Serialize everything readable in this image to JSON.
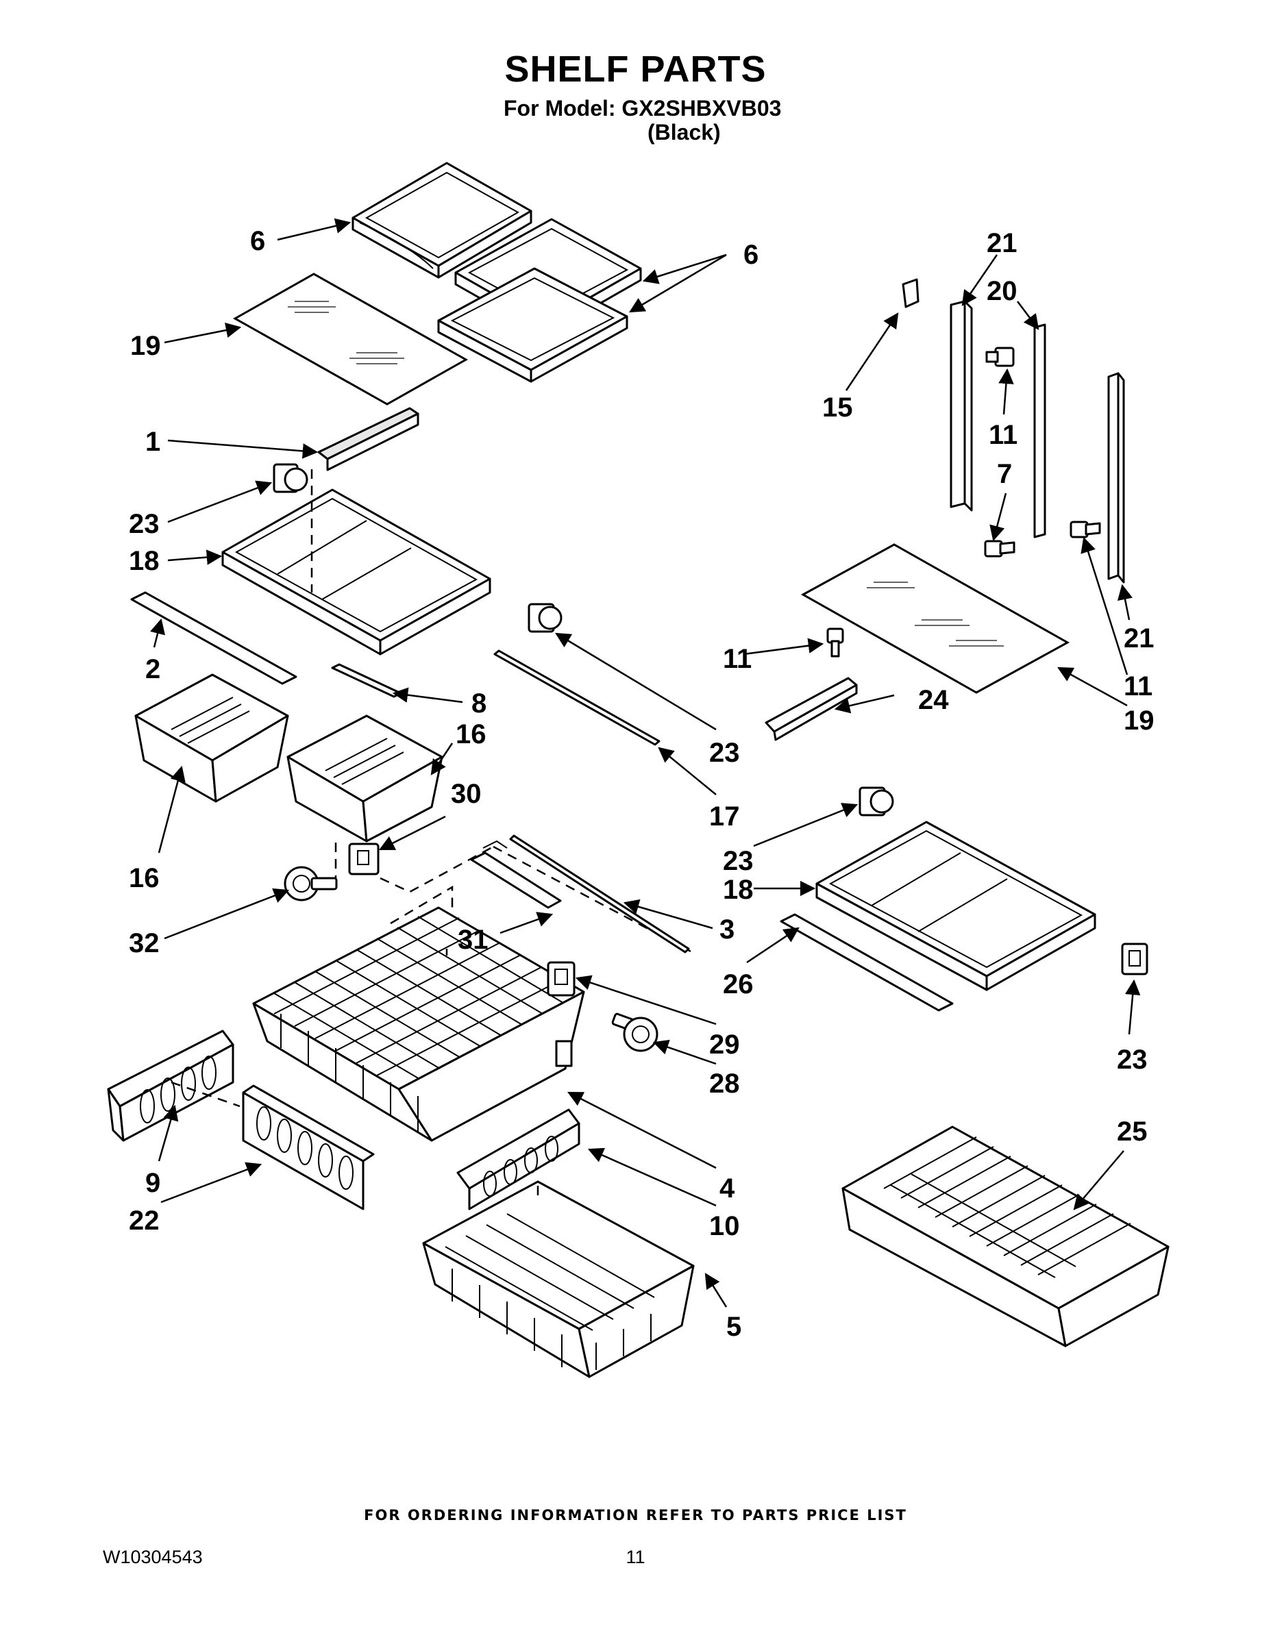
{
  "header": {
    "title": "SHELF PARTS",
    "model": "For Model: GX2SHBXVB03",
    "color": "(Black)"
  },
  "callouts": {
    "c6a": "6",
    "c6b": "6",
    "c19a": "19",
    "c1": "1",
    "c23a": "23",
    "c18a": "18",
    "c2": "2",
    "c8": "8",
    "c16a": "16",
    "c16b": "16",
    "c23b": "23",
    "c17": "17",
    "c30": "30",
    "c32": "32",
    "c31": "31",
    "c3": "3",
    "c29": "29",
    "c28": "28",
    "c9": "9",
    "c22": "22",
    "c4": "4",
    "c10": "10",
    "c5": "5",
    "c21a": "21",
    "c20": "20",
    "c15": "15",
    "c11a": "11",
    "c7": "7",
    "c11b": "11",
    "c24": "24",
    "c21b": "21",
    "c11c": "11",
    "c19b": "19",
    "c23c": "23",
    "c18b": "18",
    "c26": "26",
    "c23d": "23",
    "c25": "25"
  },
  "footer": {
    "note": "FOR ORDERING INFORMATION REFER TO PARTS PRICE LIST",
    "doc_number": "W10304543",
    "page": "11"
  },
  "icons": [
    "arrow-icon"
  ]
}
